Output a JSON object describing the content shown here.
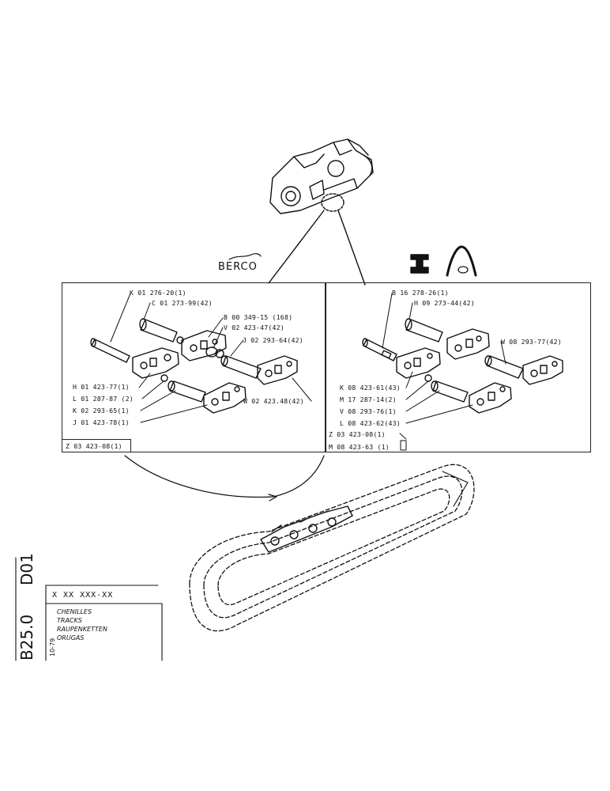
{
  "brands": {
    "left": "BERCO"
  },
  "left_panel": {
    "labels": [
      "K 01 276-20(1)",
      "C 01 273-99(42)",
      "B 00 349-15 (168)",
      "V 02 423-47(42)",
      "J 02 293-64(42)",
      "H 01 423-77(1)",
      "L 01 287-87 (2)",
      "K 02 293-65(1)",
      "J 01 423-78(1)",
      "W 02 423.48(42)"
    ],
    "footer_label": "Z 03 423-08(1)"
  },
  "right_panel": {
    "labels": [
      "B 16 278-26(1)",
      "H 09 273-44(42)",
      "W 08 293-77(42)",
      "K 08 423-61(43)",
      "M 17 287-14(2)",
      "V 08 293-76(1)",
      "L 08 423-62(43)"
    ],
    "footer_labels": [
      "Z 03  423-08(1)",
      "M 08 423-63 (1)"
    ]
  },
  "side_code": {
    "line1": "D01",
    "line2": "B25.0"
  },
  "date": "10-79",
  "title_block": {
    "code": "X XX XXX-XX",
    "names": [
      "CHENILLES",
      "TRACKS",
      "RAUPENKETTEN",
      "ORUGAS"
    ]
  }
}
